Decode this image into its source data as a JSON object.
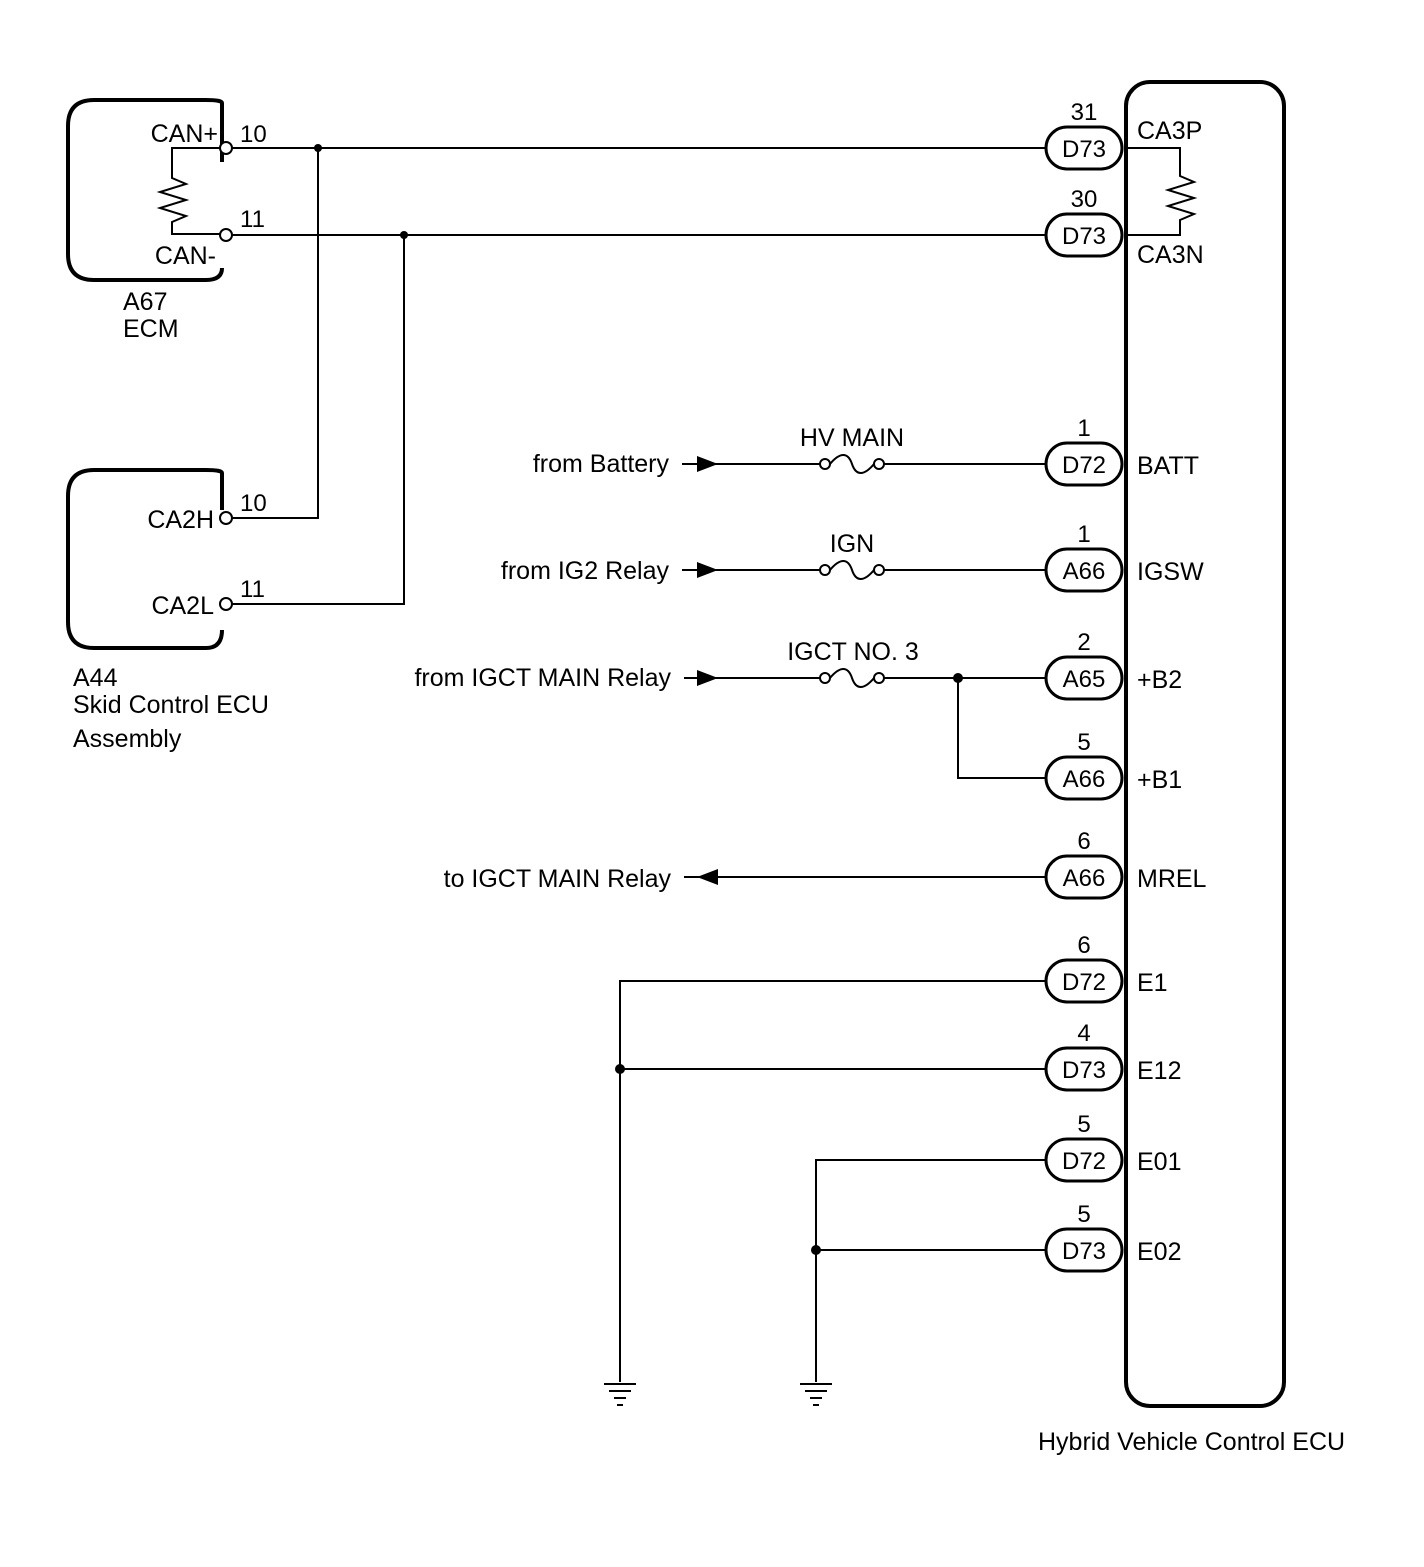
{
  "components": {
    "ecm": {
      "code": "A67",
      "name": "ECM",
      "pin_can_plus": "CAN+",
      "pin_can_minus": "CAN-",
      "pin_no_can_plus": "10",
      "pin_no_can_minus": "11"
    },
    "skid": {
      "code": "A44",
      "name_line1": "Skid Control ECU",
      "name_line2": "Assembly",
      "pin_ca2h": "CA2H",
      "pin_ca2l": "CA2L",
      "pin_no_ca2h": "10",
      "pin_no_ca2l": "11"
    },
    "hv_ecu": {
      "name": "Hybrid Vehicle Control ECU"
    }
  },
  "terminals": [
    {
      "pin": "31",
      "connector": "D73",
      "name": "CA3P"
    },
    {
      "pin": "30",
      "connector": "D73",
      "name": "CA3N"
    },
    {
      "pin": "1",
      "connector": "D72",
      "name": "BATT"
    },
    {
      "pin": "1",
      "connector": "A66",
      "name": "IGSW"
    },
    {
      "pin": "2",
      "connector": "A65",
      "name": "+B2"
    },
    {
      "pin": "5",
      "connector": "A66",
      "name": "+B1"
    },
    {
      "pin": "6",
      "connector": "A66",
      "name": "MREL"
    },
    {
      "pin": "6",
      "connector": "D72",
      "name": "E1"
    },
    {
      "pin": "4",
      "connector": "D73",
      "name": "E12"
    },
    {
      "pin": "5",
      "connector": "D72",
      "name": "E01"
    },
    {
      "pin": "5",
      "connector": "D73",
      "name": "E02"
    }
  ],
  "sources": {
    "battery": "from Battery",
    "ig2": "from IG2 Relay",
    "igct_from": "from IGCT MAIN Relay",
    "igct_to": "to IGCT MAIN Relay"
  },
  "fuses": {
    "hv_main": "HV MAIN",
    "ign": "IGN",
    "igct3": "IGCT NO. 3"
  }
}
